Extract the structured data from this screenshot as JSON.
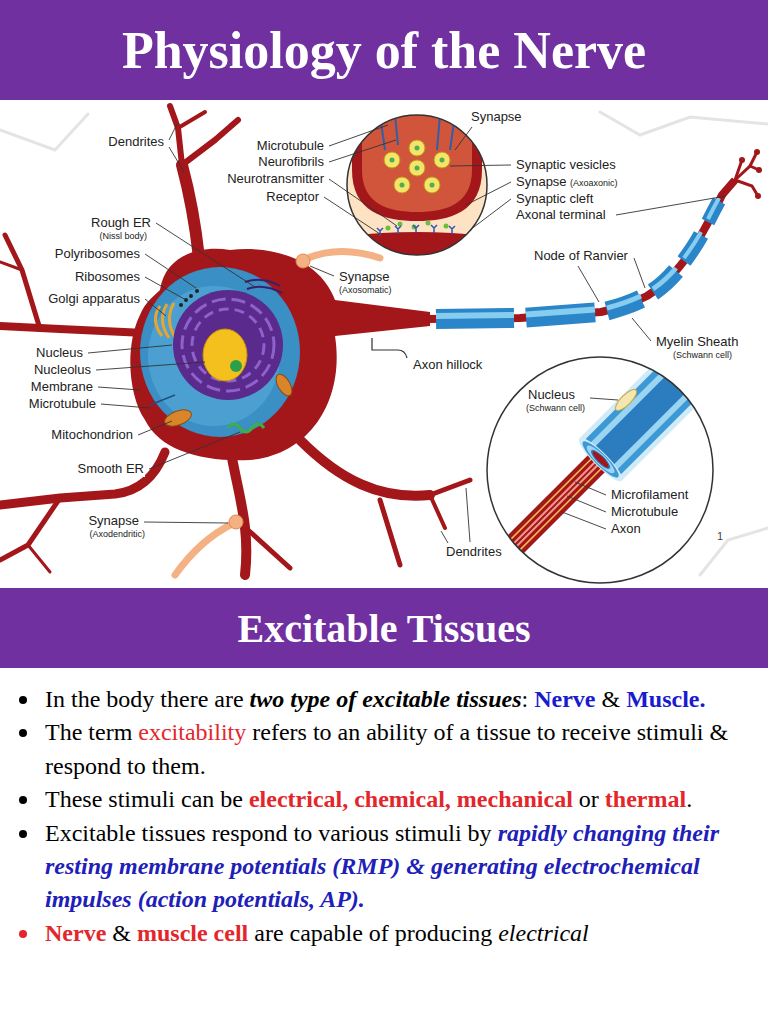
{
  "diagram": {
    "title": "Physiology of the Nerve",
    "nodes": [
      {
        "text": [
          "Excitable Tissues"
        ]
      }
    ],
    "labels": [
      "Dendrites",
      "Rough ER",
      "(Nissl body)",
      "Polyribosomes",
      "Ribosomes",
      "Golgi apparatus",
      "Nucleus",
      "Nucleolus",
      "Membrane",
      "Microtubule",
      "Mitochondrion",
      "Smooth ER",
      "Synapse",
      "(Axodendritic)",
      "Microtubule",
      "Neurofibrils",
      "Neurotransmitter",
      "Receptor",
      "Synapse",
      "Synaptic vesicles",
      "Synapse",
      "(Axoaxonic)",
      "Synaptic cleft",
      "Axonal terminal",
      "Synapse",
      "(Axosomatic)",
      "Axon hillock",
      "Node of Ranvier",
      "Myelin Sheath",
      "(Schwann cell)",
      "Nucleus",
      "(Schwann cell)",
      "Microfilament",
      "Microtubule",
      "Axon",
      "Dendrites",
      "1",
      "In the body there are",
      "two type of excitable tissues",
      ":",
      "Nerve",
      "&",
      "Muscle.",
      "The term",
      "excitability",
      "refers to an ability of a tissue to receive stimuli & respond to them.",
      "These stimuli can be",
      "electrical, chemical, mechanical",
      "or",
      "thermal",
      ".",
      "Excitable tissues respond to various stimuli by",
      "rapidly changing their resting membrane potentials (RMP)",
      "&",
      "generating electrochemical impulses (action potentials, AP).",
      "Nerve",
      "&",
      "muscle cell",
      "are capable of producing",
      "electrical"
    ]
  }
}
